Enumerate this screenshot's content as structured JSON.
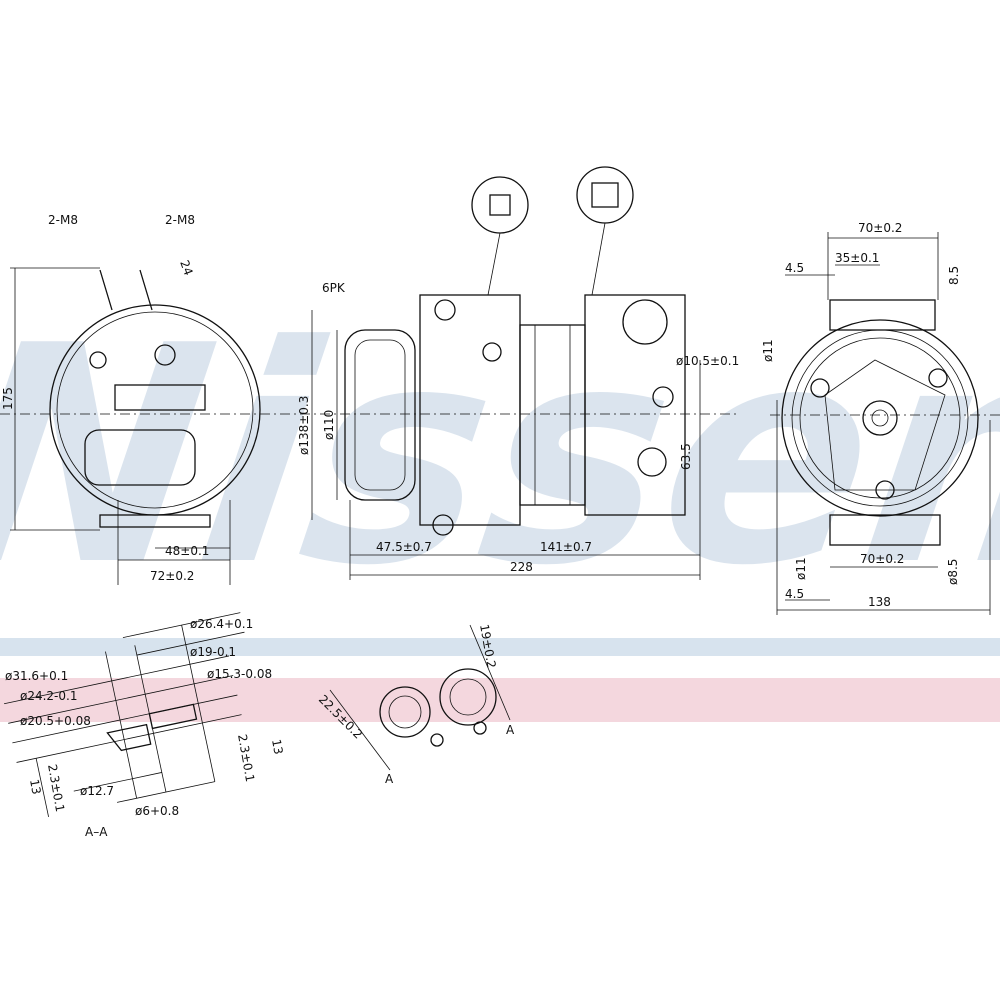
{
  "watermark": "Nissens",
  "colors": {
    "stripe_blue": "#d7e3ee",
    "stripe_pink": "#f4d7de",
    "watermark": "#cfdce9",
    "line": "#111111"
  },
  "left_view": {
    "bolt_1": "2-M8",
    "bolt_2": "2-M8",
    "angle": "24",
    "height": "175",
    "dim_48": "48±0.1",
    "dim_72": "72±0.2"
  },
  "side_view": {
    "belt": "6PK",
    "pulley_dia": "ø138±0.3",
    "inner_dia": "ø110",
    "hole_dia": "ø10.5±0.1",
    "port_height": "63.5",
    "dim_47": "47.5±0.7",
    "dim_141": "141±0.7",
    "length": "228"
  },
  "right_view": {
    "top_70": "70±0.2",
    "top_35": "35±0.1",
    "top_4_5": "4.5",
    "top_8_5": "8.5",
    "top_dia_11": "ø11",
    "bottom_70": "70±0.2",
    "bottom_dia_8_5": "ø8.5",
    "bottom_dia_11": "ø11",
    "bottom_4_5": "4.5",
    "width": "138"
  },
  "section": {
    "d31": "ø31.6+0.1",
    "d24": "ø24.2-0.1",
    "d20": "ø20.5+0.08",
    "d26": "ø26.4+0.1",
    "d19": "ø19-0.1",
    "d15": "ø15.3-0.08",
    "t23a": "2.3±0.1",
    "t13a": "13",
    "t23b": "2.3±0.1",
    "t13b": "13",
    "d12": "ø12.7",
    "d6": "ø6+0.8",
    "label": "A–A"
  },
  "ports": {
    "angle": "22.5±0.2",
    "dim_19": "19±0.2",
    "cut_a1": "A",
    "cut_a2": "A"
  }
}
